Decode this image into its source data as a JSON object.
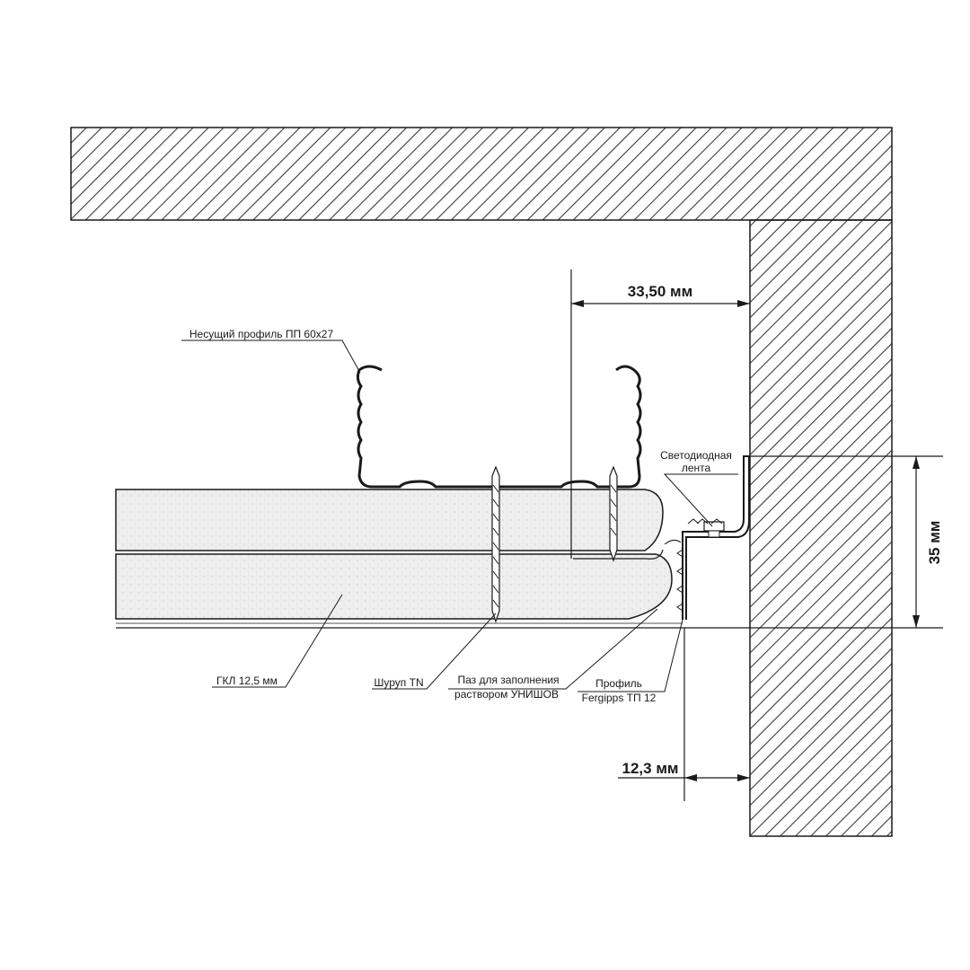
{
  "drawing": {
    "labels": {
      "carrier_profile": "Несущий профиль ПП 60х27",
      "led_strip_line1": "Светодиодная",
      "led_strip_line2": "лента",
      "gkl": "ГКЛ 12,5 мм",
      "screw": "Шуруп TN",
      "groove_line1": "Паз для заполнения",
      "groove_line2": "раствором УНИШОВ",
      "profile_line1": "Профиль",
      "profile_line2": "Fergipps ТП 12"
    },
    "dimensions": {
      "gap_top": "33,50 мм",
      "height_right": "35 мм",
      "gap_bottom": "12,3 мм"
    }
  }
}
